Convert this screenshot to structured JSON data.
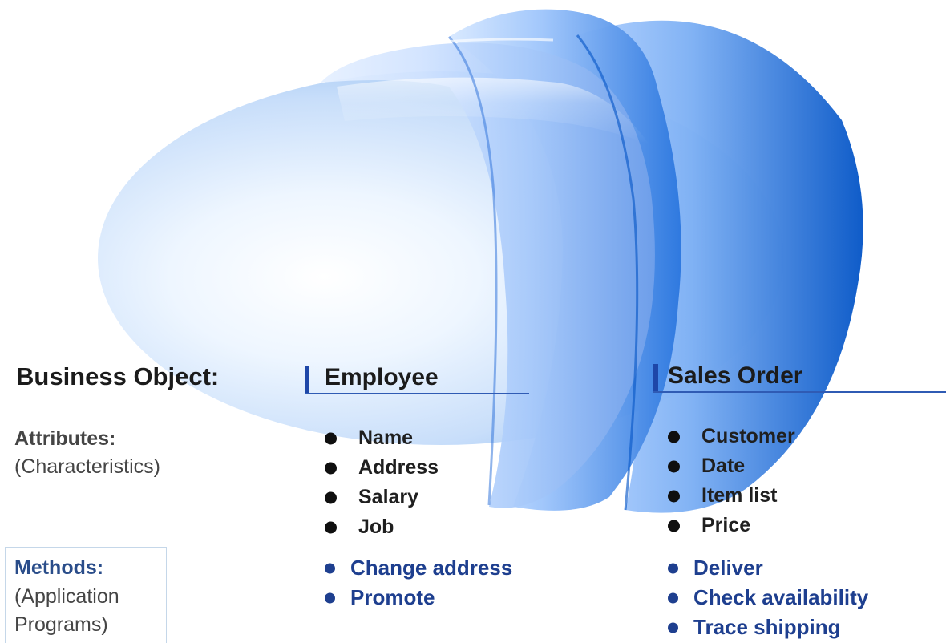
{
  "diagram": {
    "heading": "Business Object:",
    "row_labels": {
      "attributes": "Attributes:",
      "attributes_sub": "(Characteristics)",
      "methods": "Methods:",
      "methods_sub_1": "(Application",
      "methods_sub_2": "Programs)"
    },
    "objects": [
      {
        "name": "Employee",
        "attributes": [
          "Name",
          "Address",
          "Salary",
          "Job"
        ],
        "methods": [
          "Change address",
          "Promote"
        ]
      },
      {
        "name": "Sales Order",
        "attributes": [
          "Customer",
          "Date",
          "Item list",
          "Price"
        ],
        "methods": [
          "Deliver",
          "Check availability",
          "Trace shipping"
        ]
      }
    ]
  },
  "colors": {
    "dark_blue": "#0f5cc9",
    "mid_blue": "#4f8de6",
    "light_blue": "#dcecff",
    "method_text": "#1e3f8f",
    "title_bar": "#1e47a8"
  }
}
